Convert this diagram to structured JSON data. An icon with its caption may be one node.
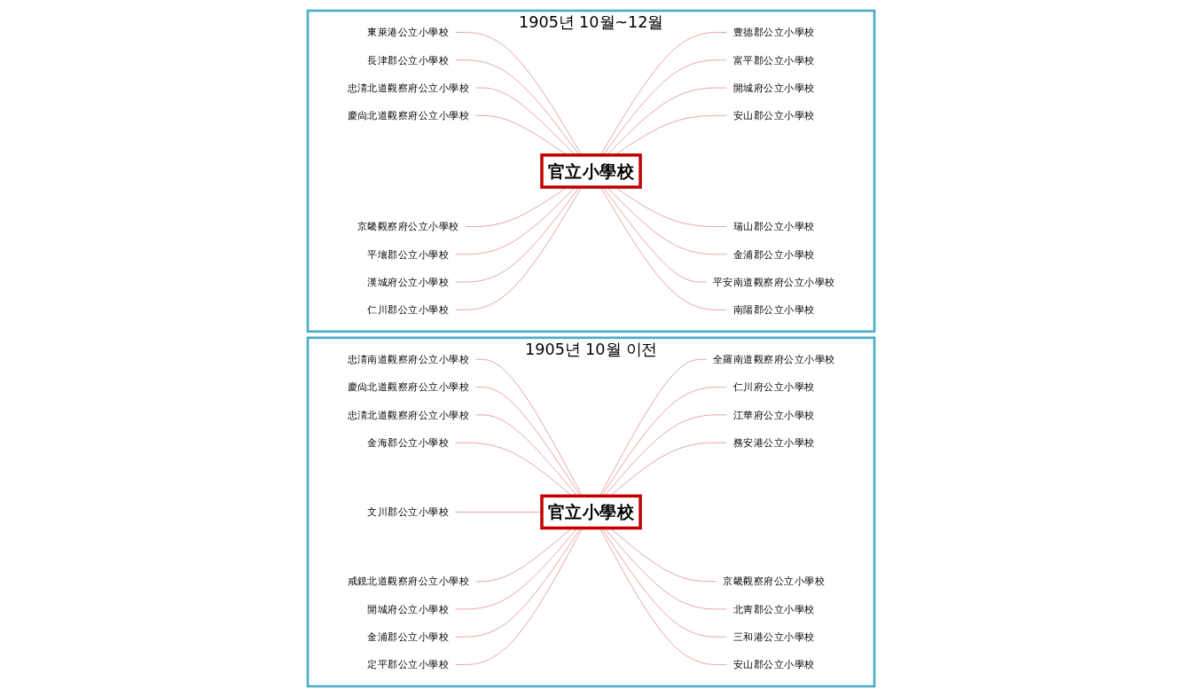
{
  "diagram": {
    "nodes": [
      {
        "text": [
          "1905년 10월 이전"
        ]
      },
      {
        "text": [
          "官立小學校"
        ],
        "in": 0
      },
      {
        "text": [
          "忠淸南道觀察府公立小學校"
        ],
        "in": 0
      },
      {
        "text": [
          "全羅南道觀察府公立小學校"
        ],
        "in": 0
      },
      {
        "text": [
          "慶尙北道觀察府公立小學校"
        ],
        "in": 0
      },
      {
        "text": [
          "仁川府公立小學校"
        ],
        "in": 0
      },
      {
        "text": [
          "忠淸北道觀察府公立小學校"
        ],
        "in": 0
      },
      {
        "text": [
          "江華府公立小學校"
        ],
        "in": 0
      },
      {
        "text": [
          "金海郡公立小學校"
        ],
        "in": 0
      },
      {
        "text": [
          "務安港公立小學校"
        ],
        "in": 0
      },
      {
        "text": [
          "文川郡公立小學校"
        ],
        "in": 0
      },
      {
        "text": [
          "京畿觀察府公立小學校"
        ],
        "in": 0
      },
      {
        "text": [
          "咸鏡北道觀察府公立小學校"
        ],
        "in": 0
      },
      {
        "text": [
          "北靑郡公立小學校"
        ],
        "in": 0
      },
      {
        "text": [
          "開城府公立小學校"
        ],
        "in": 0
      },
      {
        "text": [
          "三和港公立小學校"
        ],
        "in": 0
      },
      {
        "text": [
          "金浦郡公立小學校"
        ],
        "in": 0
      },
      {
        "text": [
          "安山郡公立小學校"
        ],
        "in": 0
      },
      {
        "text": [
          "定平郡公立小學校"
        ],
        "in": 0
      },
      {
        "text": [
          "1905년 10월~12월"
        ]
      },
      {
        "text": [
          "官立小學校"
        ],
        "in": 19
      },
      {
        "text": [
          "東萊港公立小學校"
        ],
        "in": 19
      },
      {
        "text": [
          "豊德郡公立小學校"
        ],
        "in": 19
      },
      {
        "text": [
          "長津郡公立小學校"
        ],
        "in": 19
      },
      {
        "text": [
          "富平郡公立小學校"
        ],
        "in": 19
      },
      {
        "text": [
          "忠淸北道觀察府公立小學校"
        ],
        "in": 19
      },
      {
        "text": [
          "開城府公立小學校"
        ],
        "in": 19
      },
      {
        "text": [
          "慶尙北道觀察府公立小學校"
        ],
        "in": 19
      },
      {
        "text": [
          "安山郡公立小學校"
        ],
        "in": 19
      },
      {
        "text": [
          "京畿觀察府公立小學校"
        ],
        "in": 19
      },
      {
        "text": [
          "瑞山郡公立小學校"
        ],
        "in": 19
      },
      {
        "text": [
          "平壤郡公立小學校"
        ],
        "in": 19
      },
      {
        "text": [
          "金浦郡公立小學校"
        ],
        "in": 19
      },
      {
        "text": [
          "漢城府公立小學校"
        ],
        "in": 19
      },
      {
        "text": [
          "平安南道觀察府公立小學校"
        ],
        "in": 19
      },
      {
        "text": [
          "仁川郡公立小學校"
        ],
        "in": 19
      },
      {
        "text": [
          "南陽郡公立小學校"
        ],
        "in": 19
      }
    ],
    "edges": [
      {
        "from": 2,
        "to": 1,
        "arrow": "none"
      },
      {
        "from": 1,
        "to": 3,
        "arrow": "none"
      },
      {
        "from": 4,
        "to": 1,
        "arrow": "none"
      },
      {
        "from": 1,
        "to": 5,
        "arrow": "none"
      },
      {
        "from": 6,
        "to": 1,
        "arrow": "none"
      },
      {
        "from": 1,
        "to": 7,
        "arrow": "none"
      },
      {
        "from": 8,
        "to": 1,
        "arrow": "none"
      },
      {
        "from": 1,
        "to": 9,
        "arrow": "none"
      },
      {
        "from": 10,
        "to": 1,
        "arrow": "none"
      },
      {
        "from": 1,
        "to": 11,
        "arrow": "none"
      },
      {
        "from": 12,
        "to": 1,
        "arrow": "none"
      },
      {
        "from": 1,
        "to": 13,
        "arrow": "none"
      },
      {
        "from": 14,
        "to": 1,
        "arrow": "none"
      },
      {
        "from": 1,
        "to": 15,
        "arrow": "none"
      },
      {
        "from": 16,
        "to": 1,
        "arrow": "none"
      },
      {
        "from": 1,
        "to": 17,
        "arrow": "none"
      },
      {
        "from": 18,
        "to": 1,
        "arrow": "none"
      },
      {
        "from": 21,
        "to": 20,
        "arrow": "none"
      },
      {
        "from": 20,
        "to": 22,
        "arrow": "none"
      },
      {
        "from": 23,
        "to": 20,
        "arrow": "none"
      },
      {
        "from": 20,
        "to": 24,
        "arrow": "none"
      },
      {
        "from": 25,
        "to": 20,
        "arrow": "none"
      },
      {
        "from": 20,
        "to": 26,
        "arrow": "none"
      },
      {
        "from": 27,
        "to": 20,
        "arrow": "none"
      },
      {
        "from": 20,
        "to": 28,
        "arrow": "none"
      },
      {
        "from": 29,
        "to": 20,
        "arrow": "none"
      },
      {
        "from": 20,
        "to": 30,
        "arrow": "none"
      },
      {
        "from": 31,
        "to": 20,
        "arrow": "none"
      },
      {
        "from": 20,
        "to": 32,
        "arrow": "none"
      },
      {
        "from": 33,
        "to": 20,
        "arrow": "none"
      },
      {
        "from": 20,
        "to": 34,
        "arrow": "none"
      },
      {
        "from": 35,
        "to": 20,
        "arrow": "none"
      },
      {
        "from": 20,
        "to": 36,
        "arrow": "none"
      }
    ]
  }
}
